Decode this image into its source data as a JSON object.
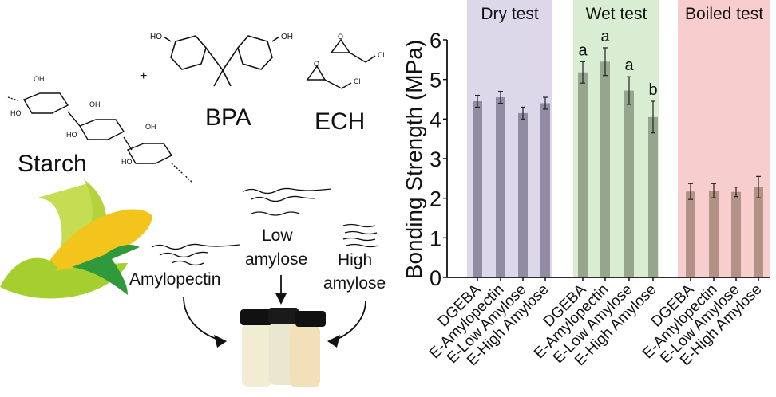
{
  "diagram": {
    "starch_label": "Starch",
    "bpa_label": "BPA",
    "ech_label": "ECH",
    "plus": "+",
    "atoms": {
      "ho": "HO",
      "oh": "OH",
      "o": "O",
      "cl": "Cl"
    },
    "amylopectin_label": "Amylopectin",
    "low_amylose_line1": "Low",
    "low_amylose_line2": "amylose",
    "high_amylose_line1": "High",
    "high_amylose_line2": "amylose"
  },
  "colors": {
    "dry_bg": "#dcd8ea",
    "dry_bar": "#918ca3",
    "wet_bg": "#d9edd3",
    "wet_bar": "#97a58f",
    "boiled_bg": "#f7cdcd",
    "boiled_bar": "#b39286"
  },
  "chart_data": {
    "type": "bar",
    "ylabel": "Bonding Strength (MPa)",
    "ylim": [
      0,
      6
    ],
    "yticks": [
      "0",
      "1",
      "2",
      "3",
      "4",
      "5",
      "6"
    ],
    "categories": [
      "DGEBA",
      "E-Amylopectin",
      "E-Low Amylose",
      "E-High Amylose"
    ],
    "groups": [
      {
        "name": "Dry test",
        "values": [
          4.45,
          4.55,
          4.15,
          4.4
        ],
        "errors": [
          0.15,
          0.15,
          0.15,
          0.15
        ],
        "letters": [
          "",
          "",
          "",
          ""
        ]
      },
      {
        "name": "Wet test",
        "values": [
          5.18,
          5.45,
          4.72,
          4.05
        ],
        "errors": [
          0.27,
          0.35,
          0.35,
          0.4
        ],
        "letters": [
          "a",
          "a",
          "a",
          "b"
        ]
      },
      {
        "name": "Boiled test",
        "values": [
          2.17,
          2.19,
          2.16,
          2.28
        ],
        "errors": [
          0.2,
          0.18,
          0.12,
          0.27
        ],
        "letters": [
          "",
          "",
          "",
          ""
        ]
      }
    ]
  }
}
